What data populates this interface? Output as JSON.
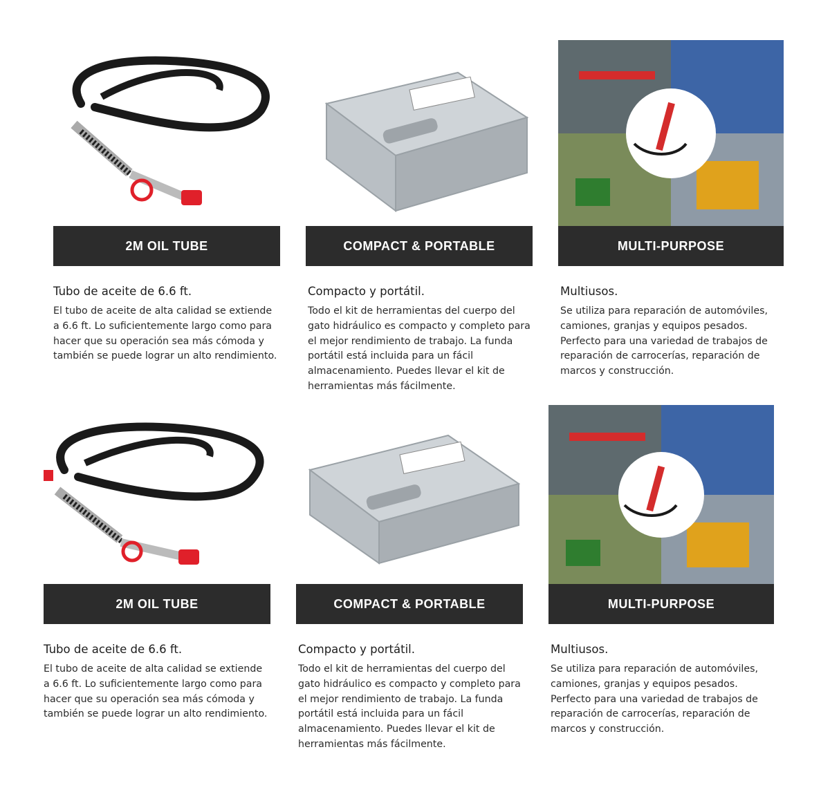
{
  "rows": [
    {
      "cards": [
        {
          "banner": "2M OIL TUBE",
          "title": "Tubo de aceite de 6.6 ft.",
          "desc": "El tubo de aceite de alta calidad se extiende a 6.6 ft. Lo suficientemente largo como para hacer que su operación sea más cómoda y también se puede lograr un alto rendimiento."
        },
        {
          "banner": "COMPACT & PORTABLE",
          "title": "Compacto y portátil.",
          "desc": "Todo el kit de herramientas del cuerpo del gato hidráulico es compacto y completo para el mejor rendimiento de trabajo. La funda portátil está incluida para un fácil almacenamiento. Puedes llevar el kit de herramientas más fácilmente."
        },
        {
          "banner": "MULTI-PURPOSE",
          "title": "Multiusos.",
          "desc": "Se utiliza para reparación de automóviles, camiones, granjas y equipos pesados. Perfecto para una variedad de trabajos de reparación de carrocerías, reparación de marcos y construcción."
        }
      ]
    },
    {
      "cards": [
        {
          "banner": "2M OIL TUBE",
          "title": "Tubo de aceite de 6.6 ft.",
          "desc": "El tubo de aceite de alta calidad se extiende a 6.6 ft. Lo suficientemente largo como para hacer que su operación sea más cómoda y también se puede lograr un alto rendimiento."
        },
        {
          "banner": "COMPACT & PORTABLE",
          "title": "Compacto y portátil.",
          "desc": "Todo el kit de herramientas del cuerpo del gato hidráulico es compacto y completo para el mejor rendimiento de trabajo. La funda portátil está incluida para un fácil almacenamiento. Puedes llevar el kit de herramientas más fácilmente."
        },
        {
          "banner": "MULTI-PURPOSE",
          "title": "Multiusos.",
          "desc": "Se utiliza para reparación de automóviles, camiones, granjas y equipos pesados. Perfecto para una variedad de trabajos de reparación de carrocerías, reparación de marcos y construcción."
        }
      ]
    }
  ],
  "colors": {
    "banner_bg": "#2c2c2c",
    "banner_text": "#ffffff",
    "hose": "#1a1a1a",
    "fitting_red": "#e0202a",
    "case_gray": "#b9bfc4"
  },
  "icons": [
    "oil-hose-image",
    "tool-case-image",
    "multi-purpose-collage-image"
  ]
}
